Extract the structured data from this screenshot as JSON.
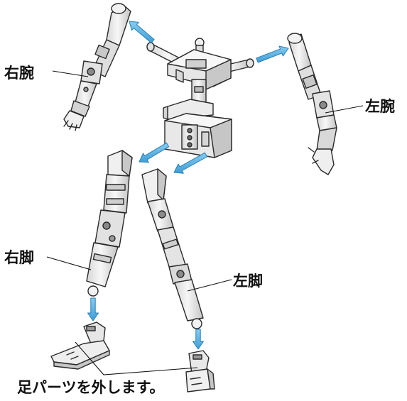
{
  "labels": {
    "right_arm": "右腕",
    "left_arm": "左腕",
    "right_leg": "右脚",
    "left_leg": "左脚",
    "caption": "足パーツを外します。"
  },
  "colors": {
    "part_fill": "#eeeeee",
    "part_shade": "#c9c9c9",
    "part_stroke": "#2a2a2a",
    "arrow_fill": "#5ab4e4",
    "arrow_stroke": "#2a7fb8",
    "leader_line": "#111111"
  }
}
